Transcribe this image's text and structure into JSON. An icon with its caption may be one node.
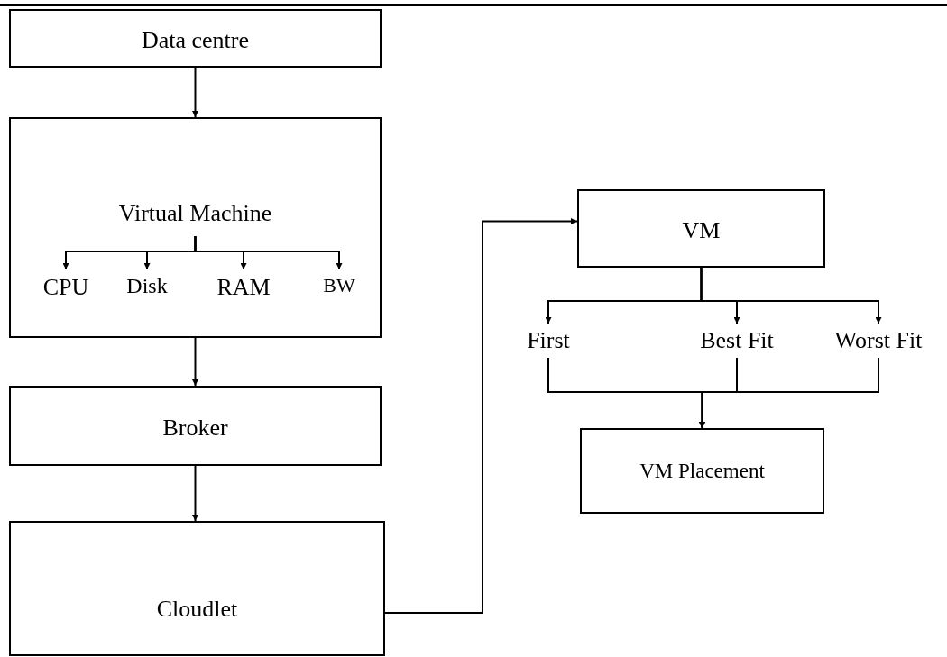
{
  "diagram": {
    "nodes": [
      {
        "text": [
          "Data centre"
        ]
      },
      {
        "text": [],
        "shape": "box"
      },
      {
        "text": [
          "Virtual Machine"
        ],
        "in": 1
      },
      {
        "text": [
          "CPU"
        ],
        "in": 1
      },
      {
        "text": [
          "Disk"
        ],
        "in": 1
      },
      {
        "text": [
          "RAM"
        ],
        "in": 1
      },
      {
        "text": [
          "BW"
        ],
        "in": 1
      },
      {
        "text": [
          "Broker"
        ]
      },
      {
        "text": [
          "Cloudlet"
        ]
      },
      {
        "text": [
          "VM"
        ]
      },
      {
        "text": [
          "First"
        ]
      },
      {
        "text": [
          "Best Fit"
        ]
      },
      {
        "text": [
          "Worst Fit"
        ]
      },
      {
        "text": [
          "VM Placement"
        ]
      }
    ],
    "edges": [
      {
        "from": 0,
        "to": 1,
        "arrow": "to"
      },
      {
        "from": 2,
        "to": 3,
        "arrow": "to"
      },
      {
        "from": 2,
        "to": 4,
        "arrow": "to"
      },
      {
        "from": 2,
        "to": 5,
        "arrow": "to"
      },
      {
        "from": 2,
        "to": 6,
        "arrow": "to"
      },
      {
        "from": 1,
        "to": 7,
        "arrow": "to"
      },
      {
        "from": 7,
        "to": 8,
        "arrow": "to"
      },
      {
        "from": 8,
        "to": 9,
        "arrow": "to"
      },
      {
        "from": 9,
        "to": 10,
        "arrow": "to"
      },
      {
        "from": 9,
        "to": 11,
        "arrow": "to"
      },
      {
        "from": 9,
        "to": 12,
        "arrow": "to"
      },
      {
        "from": 10,
        "to": 13,
        "arrow": "to"
      },
      {
        "from": 11,
        "to": 13,
        "arrow": "to"
      },
      {
        "from": 12,
        "to": 13,
        "arrow": "to"
      }
    ]
  }
}
